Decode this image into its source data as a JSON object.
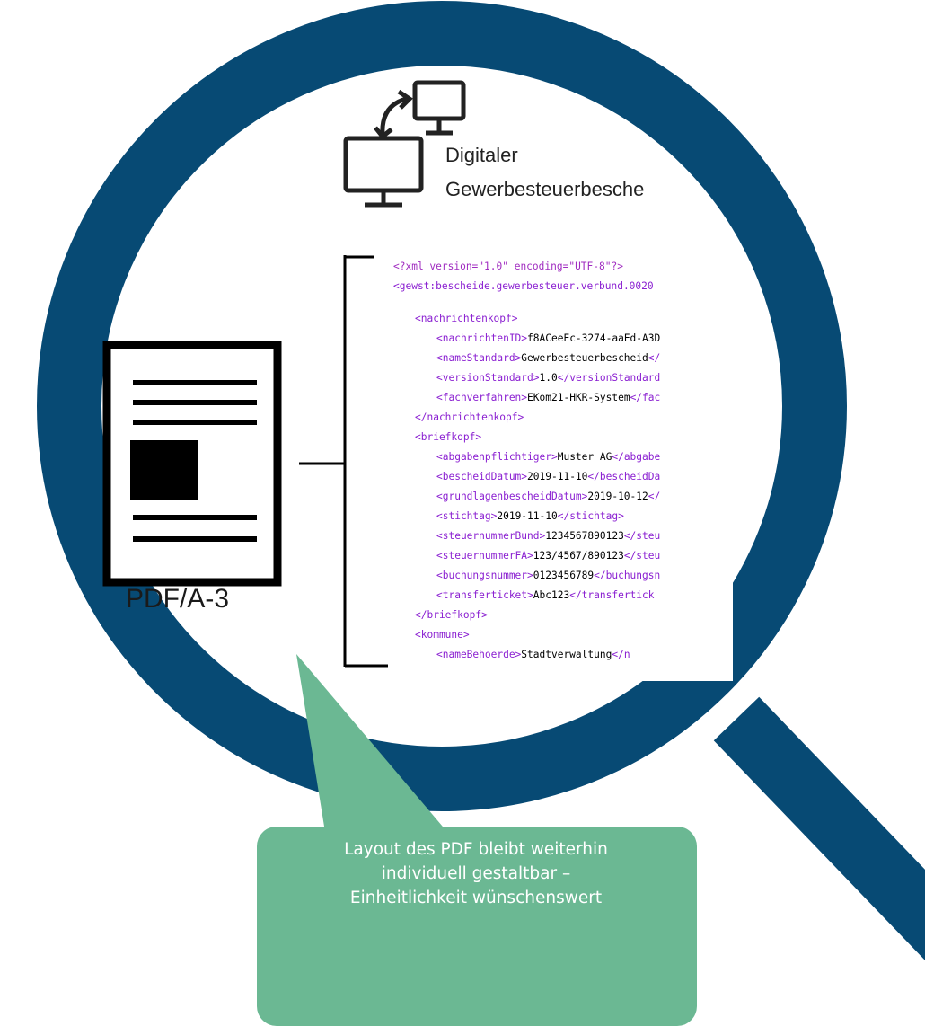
{
  "heading": {
    "line1": "Digitaler",
    "line2": "Gewerbesteuerbesche"
  },
  "pdf_label": "PDF/A-3",
  "callout": {
    "line1": "Layout des PDF bleibt weiterhin",
    "line2": "individuell gestaltbar –",
    "line3": "Einheitlichkeit wünschenswert"
  },
  "xml": [
    {
      "indent": 0,
      "pi": true,
      "text": "<?xml version=\"1.0\" encoding=\"UTF-8\"?>"
    },
    {
      "indent": 0,
      "open": "gewst:bescheide.gewerbesteuer.verbund.0020",
      "value": "",
      "close": ""
    },
    {
      "indent": 1,
      "open": "nachrichtenkopf",
      "value": "",
      "close": ""
    },
    {
      "indent": 2,
      "open": "nachrichtenID",
      "value": "f8ACeeEc-3274-aaEd-A3D",
      "close": ""
    },
    {
      "indent": 2,
      "open": "nameStandard",
      "value": "Gewerbesteuerbescheid",
      "close": "/"
    },
    {
      "indent": 2,
      "open": "versionStandard",
      "value": "1.0",
      "close": "/versionStandard"
    },
    {
      "indent": 2,
      "open": "fachverfahren",
      "value": "EKom21-HKR-System",
      "close": "/fac"
    },
    {
      "indent": 1,
      "open": "/nachrichtenkopf",
      "value": "",
      "close": ""
    },
    {
      "indent": 1,
      "open": "briefkopf",
      "value": "",
      "close": ""
    },
    {
      "indent": 2,
      "open": "abgabenpflichtiger",
      "value": "Muster AG",
      "close": "/abgabe"
    },
    {
      "indent": 2,
      "open": "bescheidDatum",
      "value": "2019-11-10",
      "close": "/bescheidDa"
    },
    {
      "indent": 2,
      "open": "grundlagenbescheidDatum",
      "value": "2019-10-12",
      "close": "/"
    },
    {
      "indent": 2,
      "open": "stichtag",
      "value": "2019-11-10",
      "close": "/stichtag>"
    },
    {
      "indent": 2,
      "open": "steuernummerBund",
      "value": "1234567890123",
      "close": "/steu"
    },
    {
      "indent": 2,
      "open": "steuernummerFA",
      "value": "123/4567/890123",
      "close": "/steu"
    },
    {
      "indent": 2,
      "open": "buchungsnummer",
      "value": "0123456789",
      "close": "/buchungsn"
    },
    {
      "indent": 2,
      "open": "transferticket",
      "value": "Abc123",
      "close": "/transfertick"
    },
    {
      "indent": 1,
      "open": "/briefkopf",
      "value": "",
      "close": ""
    },
    {
      "indent": 1,
      "open": "kommune",
      "value": "",
      "close": ""
    },
    {
      "indent": 2,
      "open": "nameBehoerde",
      "value": "Stadtverwaltung",
      "close": "/n"
    }
  ],
  "colors": {
    "lens_ring": "#074a74",
    "callout": "#6bb893",
    "xml_tag": "#8a1fd1",
    "xml_text": "#000000"
  },
  "icons": [
    "computer-sync-icon",
    "document-icon"
  ]
}
